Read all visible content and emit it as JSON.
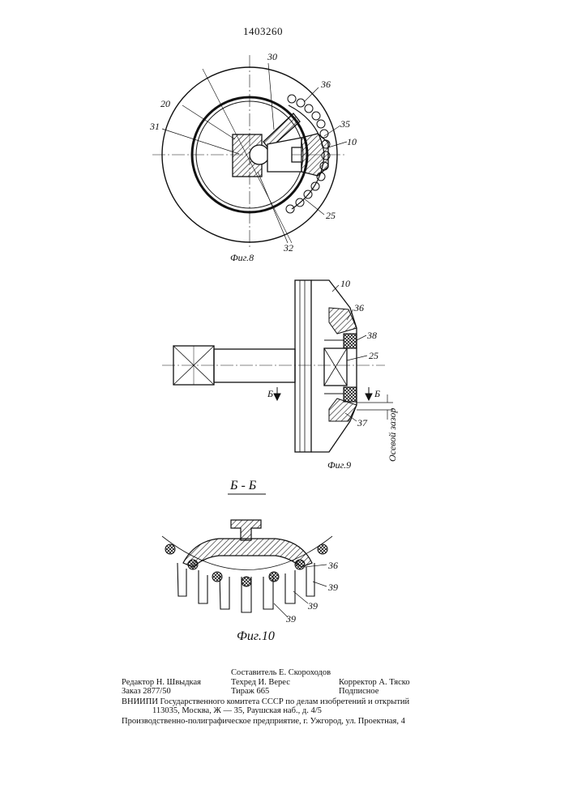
{
  "document": {
    "patent_number": "1403260"
  },
  "figures": {
    "fig8": {
      "caption": "Фиг.8",
      "labels": {
        "n30": "30",
        "n36": "36",
        "n20": "20",
        "n35": "35",
        "n31": "31",
        "n10": "10",
        "n25": "25",
        "n32": "32"
      }
    },
    "fig9": {
      "caption": "Фиг.9",
      "labels": {
        "n10": "10",
        "n36": "36",
        "n38": "38",
        "n25": "25",
        "n37": "37",
        "b_left": "Б",
        "b_right": "Б"
      },
      "axial_gap_label": "Осевой зазор"
    },
    "fig10": {
      "section_title": "Б - Б",
      "caption": "Фиг.10",
      "labels": {
        "n36": "36",
        "n39a": "39",
        "n39b": "39",
        "n39c": "39"
      }
    }
  },
  "footer": {
    "compiler": "Составитель Е. Скороходов",
    "editor": "Редактор Н. Швыдкая",
    "tech_editor": "Техред И. Верес",
    "corrector": "Корректор А. Тяско",
    "order": "Заказ 2877/50",
    "circulation": "Тираж 665",
    "subscription": "Подписное",
    "institute": "ВНИИПИ Государственного комитета СССР по делам изобретений и открытий",
    "address": "113035, Москва, Ж — 35, Раушская наб., д. 4/5",
    "printer": "Производственно-полиграфическое предприятие, г. Ужгород, ул. Проектная, 4"
  }
}
